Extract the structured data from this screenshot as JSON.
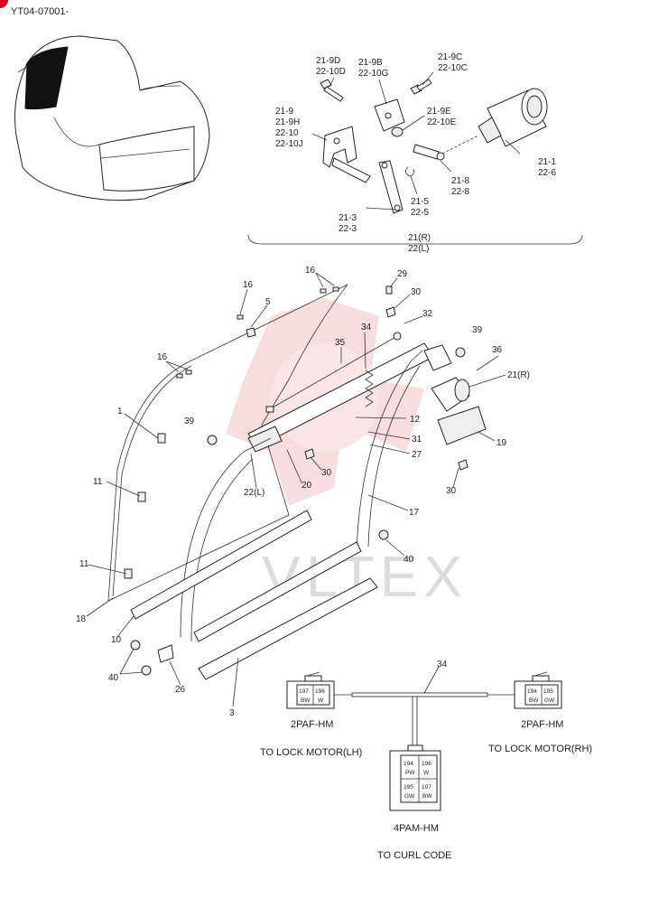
{
  "header": {
    "doc_code": "YT04-07001-"
  },
  "colors": {
    "corner_badge": "#d8001b",
    "watermark_logo": "#f3c2c2",
    "watermark_text": "#dcdcdc",
    "line": "#222222"
  },
  "inset": {
    "callouts": {
      "c21_9d": "21-9D",
      "c22_10d": "22-10D",
      "c21_9b": "21-9B",
      "c22_10g": "22-10G",
      "c21_9c": "21-9C",
      "c22_10c": "22-10C",
      "c21_9": "21-9",
      "c21_9h": "21-9H",
      "c22_10": "22-10",
      "c22_10j": "22-10J",
      "c21_9e": "21-9E",
      "c22_10e": "22-10E",
      "c21_1": "21-1",
      "c22_6": "22-6",
      "c21_8": "21-8",
      "c22_8": "22-8",
      "c21_5": "21-5",
      "c22_5": "22-5",
      "c21_3": "21-3",
      "c22_3": "22-3"
    },
    "group_r": "21(R)",
    "group_l": "22(L)"
  },
  "main": {
    "callouts": {
      "p16a": "16",
      "p16b": "16",
      "p16c": "16",
      "p5": "5",
      "p29": "29",
      "p30a": "30",
      "p32": "32",
      "p34": "34",
      "p35": "35",
      "p39a": "39",
      "p36": "36",
      "p21r": "21(R)",
      "p1": "1",
      "p39b": "39",
      "p12": "12",
      "p31": "31",
      "p27": "27",
      "p19": "19",
      "p30b": "30",
      "p22l": "22(L)",
      "p20": "20",
      "p30c": "30",
      "p11a": "11",
      "p17": "17",
      "p40a": "40",
      "p11b": "11",
      "p18": "18",
      "p10": "10",
      "p40b": "40",
      "p26": "26",
      "p3": "3"
    }
  },
  "wiring": {
    "harness_label": "34",
    "connector_lh": {
      "pins": [
        "197",
        "196"
      ],
      "colors": [
        "BW",
        "W"
      ],
      "type": "2PAF-HM",
      "caption": "TO LOCK MOTOR(LH)"
    },
    "connector_rh": {
      "pins": [
        "194",
        "195"
      ],
      "colors": [
        "BW",
        "GW"
      ],
      "type": "2PAF-HM",
      "caption": "TO LOCK MOTOR(RH)"
    },
    "connector_main": {
      "pins": [
        "194",
        "196",
        "195",
        "197"
      ],
      "colors": [
        "PW",
        "W",
        "GW",
        "BW"
      ],
      "type": "4PAM-HM",
      "caption": "TO CURL CODE"
    }
  }
}
